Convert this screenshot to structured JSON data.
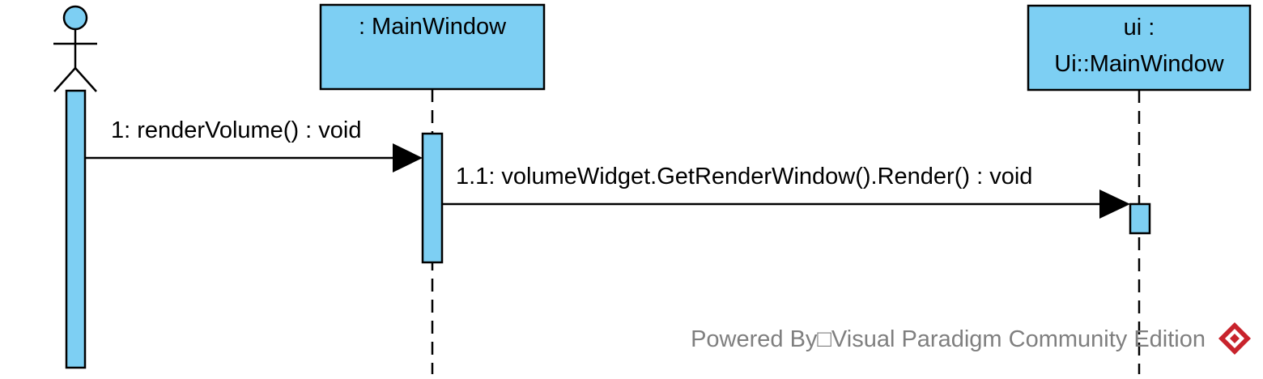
{
  "diagram": {
    "type": "sequence",
    "actor": {
      "name": ""
    },
    "lifelines": [
      {
        "id": "main-window",
        "label_lines": [
          ": MainWindow"
        ]
      },
      {
        "id": "ui-main-window",
        "label_lines": [
          "ui :",
          "Ui::MainWindow"
        ]
      }
    ],
    "messages": [
      {
        "from": "actor",
        "to": "main-window",
        "label": "1: renderVolume() : void"
      },
      {
        "from": "main-window",
        "to": "ui-main-window",
        "label": "1.1: volumeWidget.GetRenderWindow().Render() : void"
      }
    ],
    "colors": {
      "fill": "#7dcff3",
      "stroke": "#000000",
      "watermark": "#7f7f7f",
      "logo_red": "#c8232c"
    }
  },
  "watermark": {
    "text": "Powered By□Visual Paradigm Community Edition",
    "logo": "visual-paradigm-logo-icon"
  }
}
